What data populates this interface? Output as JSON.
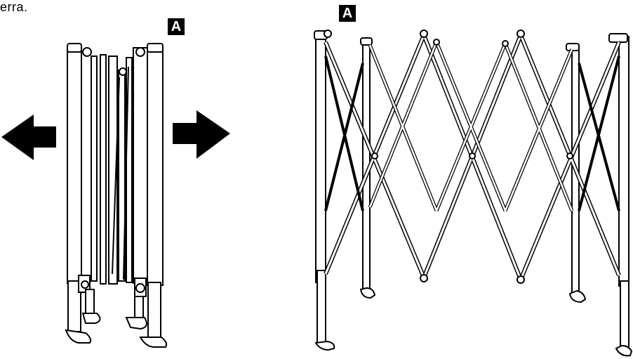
{
  "caption": "erra.",
  "labels": {
    "folded_frame": "A",
    "expanded_frame": "A"
  },
  "icons": [
    "arrow-left-icon",
    "arrow-right-icon"
  ],
  "colors": {
    "ink": "#000000",
    "paper": "#ffffff"
  }
}
